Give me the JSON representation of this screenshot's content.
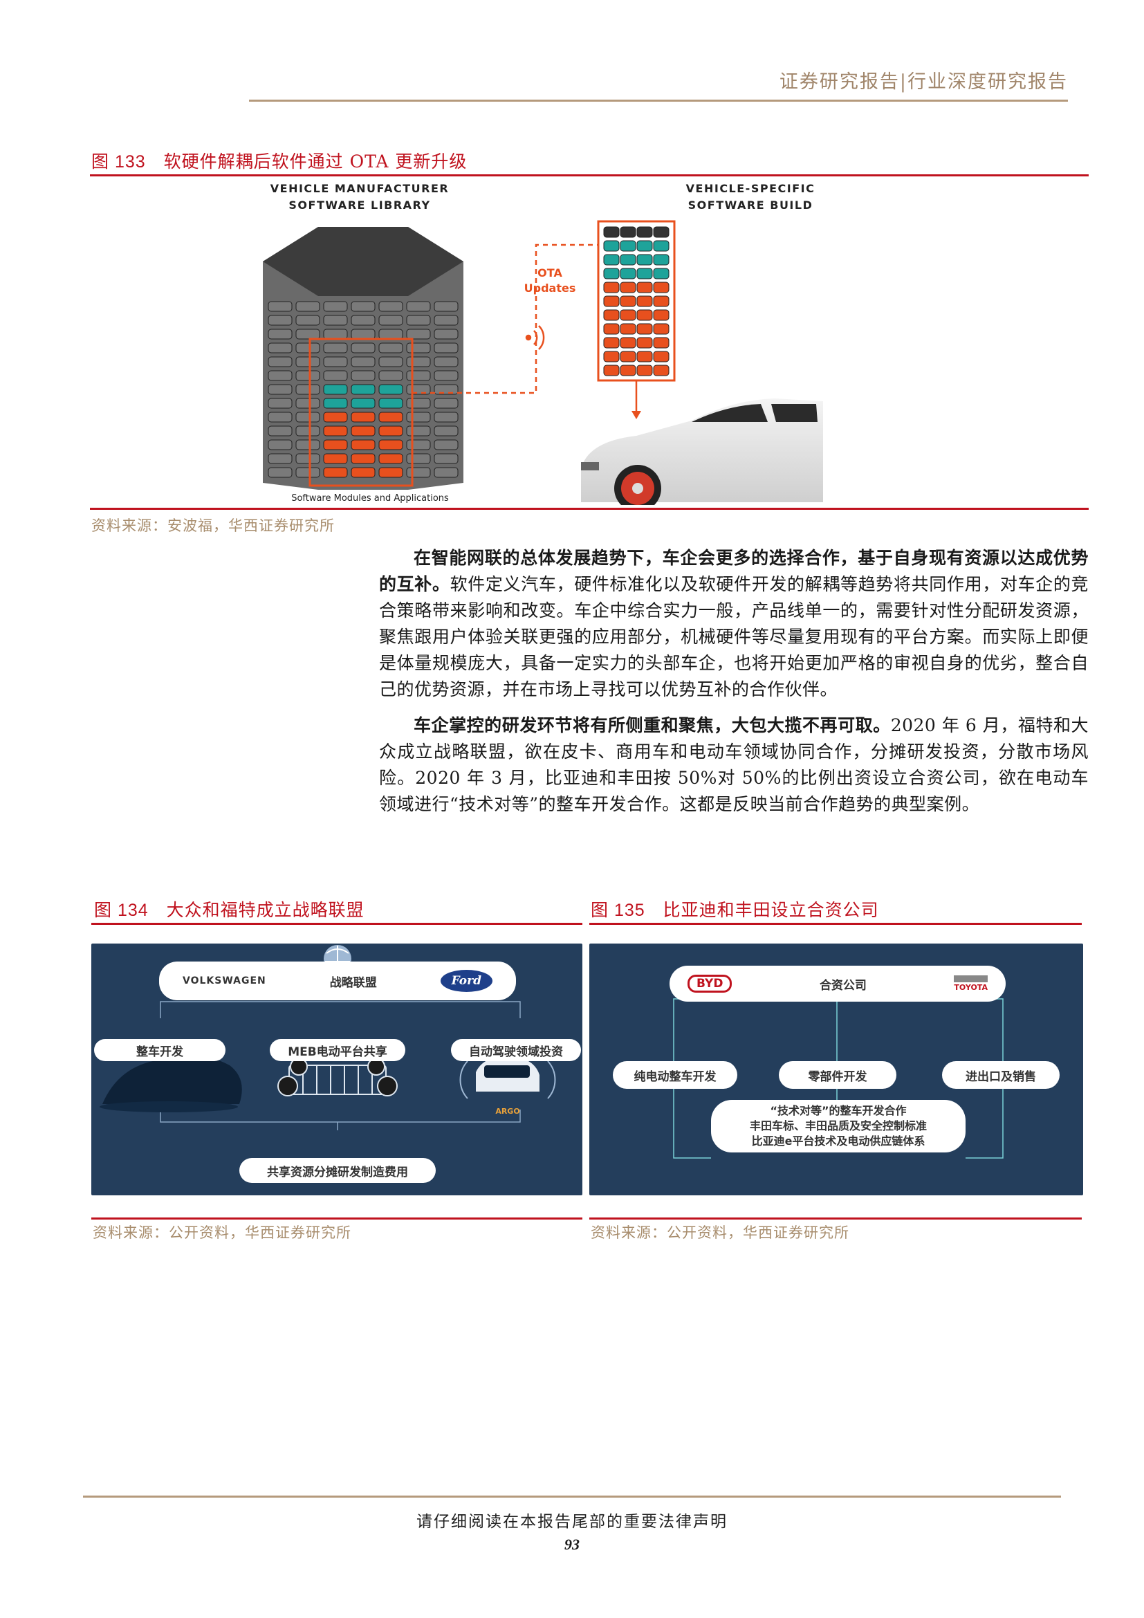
{
  "header": {
    "title": "证券研究报告|行业深度研究报告"
  },
  "figure133": {
    "number": "图 133",
    "title": "软硬件解耦后软件通过 OTA 更新升级",
    "label_library_1": "VEHICLE MANUFACTURER",
    "label_library_2": "SOFTWARE LIBRARY",
    "label_build_1": "VEHICLE-SPECIFIC",
    "label_build_2": "SOFTWARE BUILD",
    "label_ota_1": "OTA",
    "label_ota_2": "Updates",
    "label_modules": "Software Modules and Applications",
    "source": "资料来源：安波福，华西证券研究所",
    "colors": {
      "teal": "#1ea39a",
      "orange": "#e8501e",
      "gray": "#555555"
    }
  },
  "body": {
    "p1_bold": "在智能网联的总体发展趋势下，车企会更多的选择合作，基于自身现有资源以达成优势的互补。",
    "p1_text": "软件定义汽车，硬件标准化以及软硬件开发的解耦等趋势将共同作用，对车企的竞合策略带来影响和改变。车企中综合实力一般，产品线单一的，需要针对性分配研发资源，聚焦跟用户体验关联更强的应用部分，机械硬件等尽量复用现有的平台方案。而实际上即便是体量规模庞大，具备一定实力的头部车企，也将开始更加严格的审视自身的优劣，整合自己的优势资源，并在市场上寻找可以优势互补的合作伙伴。",
    "p2_bold": "车企掌控的研发环节将有所侧重和聚焦，大包大揽不再可取。",
    "p2_text": "2020 年 6 月，福特和大众成立战略联盟，欲在皮卡、商用车和电动车领域协同合作，分摊研发投资，分散市场风险。2020 年 3 月，比亚迪和丰田按 50%对 50%的比例出资设立合资公司，欲在电动车领域进行“技术对等”的整车开发合作。这都是反映当前合作趋势的典型案例。"
  },
  "figure134": {
    "number": "图 134",
    "title": "大众和福特成立战略联盟",
    "brand_left": "VOLKSWAGEN",
    "center_label": "战略联盟",
    "brand_right": "Ford",
    "item1": "整车开发",
    "item2": "MEB电动平台共享",
    "item3": "自动驾驶领域投资",
    "item3_logo": "ARGO",
    "bottom": "共享资源分摊研发制造费用",
    "source": "资料来源：公开资料，华西证券研究所"
  },
  "figure135": {
    "number": "图 135",
    "title": "比亚迪和丰田设立合资公司",
    "brand_left": "BYD",
    "center_label": "合资公司",
    "brand_right": "TOYOTA",
    "item1": "纯电动整车开发",
    "item2": "零部件开发",
    "item3": "进出口及销售",
    "bottom_1": "“技术对等”的整车开发合作",
    "bottom_2": "丰田车标、丰田品质及安全控制标准",
    "bottom_3": "比亚迪e平台技术及电动供应链体系",
    "source": "资料来源：公开资料，华西证券研究所"
  },
  "footer": {
    "note": "请仔细阅读在本报告尾部的重要法律声明",
    "page": "93"
  }
}
